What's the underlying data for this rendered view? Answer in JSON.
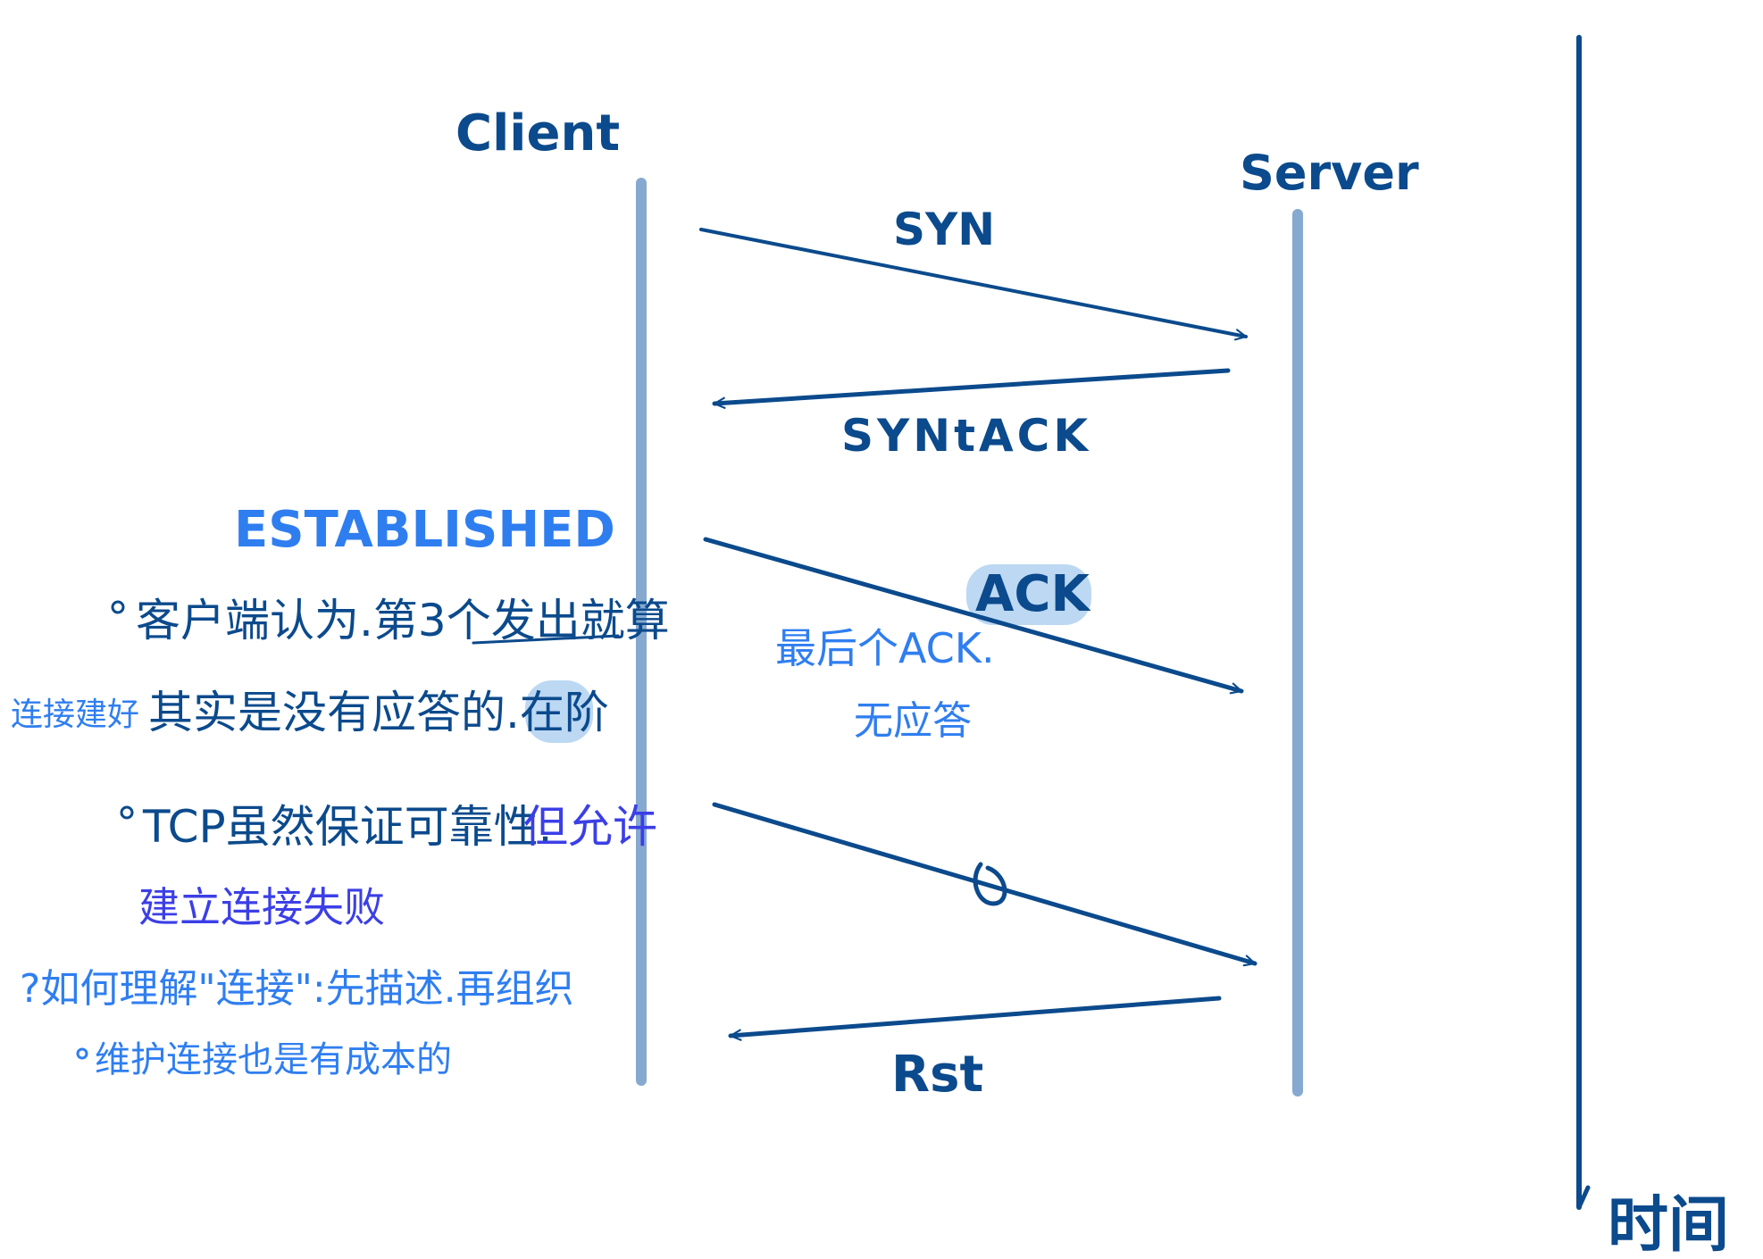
{
  "lanes": {
    "client": "Client",
    "server": "Server"
  },
  "time_axis": {
    "label": "时间"
  },
  "messages": {
    "syn": "SYN",
    "synack": "SYNtACK",
    "ack": "ACK",
    "rst": "Rst"
  },
  "notes": {
    "established": "ESTABLISHED",
    "bullet1_line1": "客户端认为.第3个发出就算",
    "bullet1_line2_prefix": "连接建好",
    "bullet1_line2_main": "其实是没有应答的.在阶",
    "bullet2_line1_main": "TCP虽然保证可靠性.",
    "bullet2_line1_highlight": "但允许",
    "bullet2_line2": "建立连接失败",
    "question": "?如何理解\"连接\":先描述.再组织",
    "bullet3": "维护连接也是有成本的",
    "last_ack_line1": "最后个ACK.",
    "last_ack_line2": "无应答"
  },
  "colors": {
    "ink_dark": "#0b4a8c",
    "ink_blue": "#2f7ef0",
    "ink_purple": "#3b3fe6",
    "lane": "#86a9cf",
    "highlight": "#bcd8f3"
  }
}
